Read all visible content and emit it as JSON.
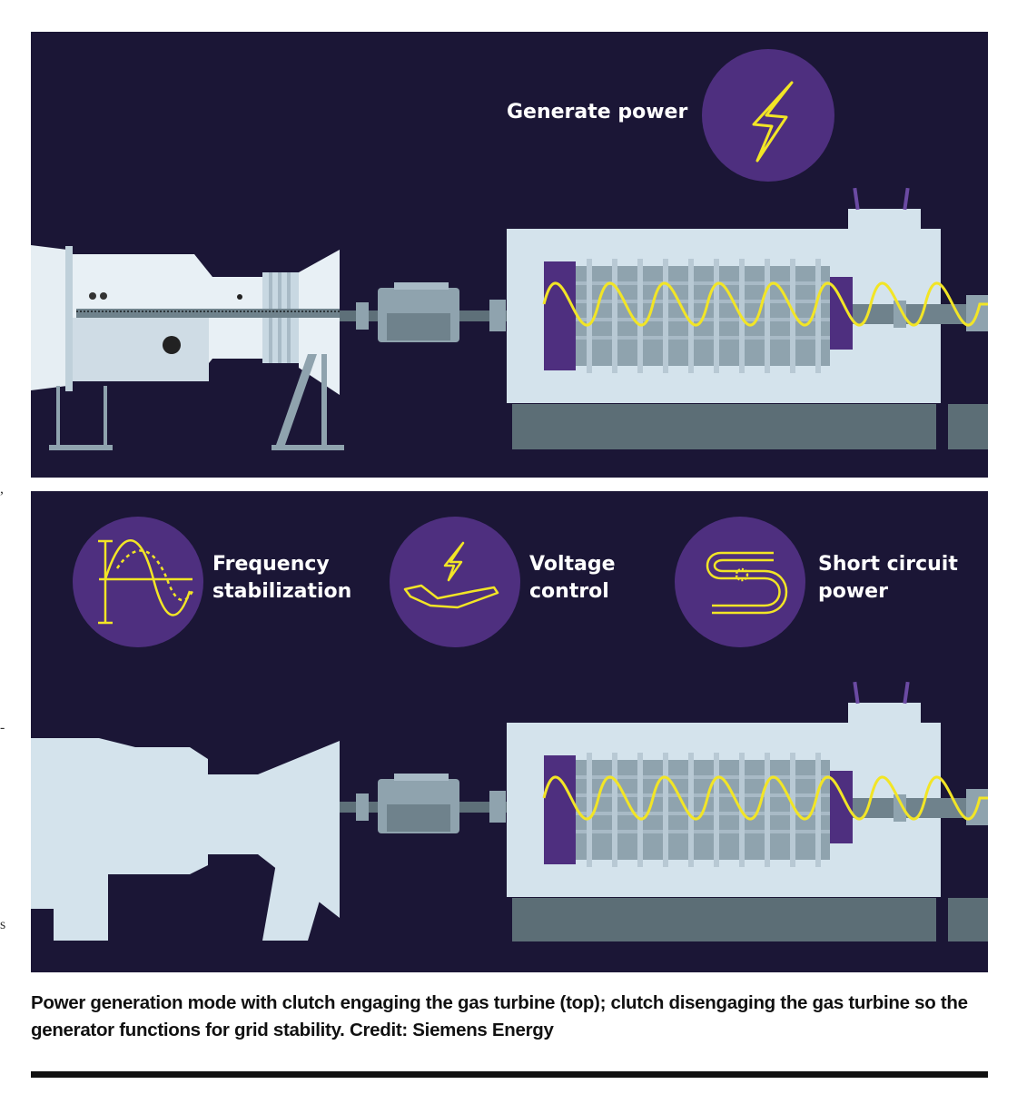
{
  "top_panel": {
    "generate_label": "Generate power",
    "icon": "lightning-bolt-icon"
  },
  "bottom_panel": {
    "features": [
      {
        "label_line1": "Frequency",
        "label_line2": "stabilization",
        "icon": "sine-wave-graph-icon"
      },
      {
        "label_line1": "Voltage",
        "label_line2": "control",
        "icon": "hand-lightning-icon"
      },
      {
        "label_line1": "Short circuit",
        "label_line2": "power",
        "icon": "short-circuit-spark-icon"
      }
    ]
  },
  "caption": "Power generation mode with clutch engaging the gas turbine (top); clutch disengaging the gas turbine so the generator functions for grid stability. Credit: Siemens Energy",
  "colors": {
    "panel_background": "#1b1636",
    "icon_circle": "#4e2f7f",
    "accent_yellow": "#f2e526",
    "machine_light": "#d8e6ef",
    "machine_mid": "#8fa3ae",
    "machine_dark": "#5c6e76"
  },
  "margin_marks": [
    ",",
    "-",
    "s"
  ]
}
